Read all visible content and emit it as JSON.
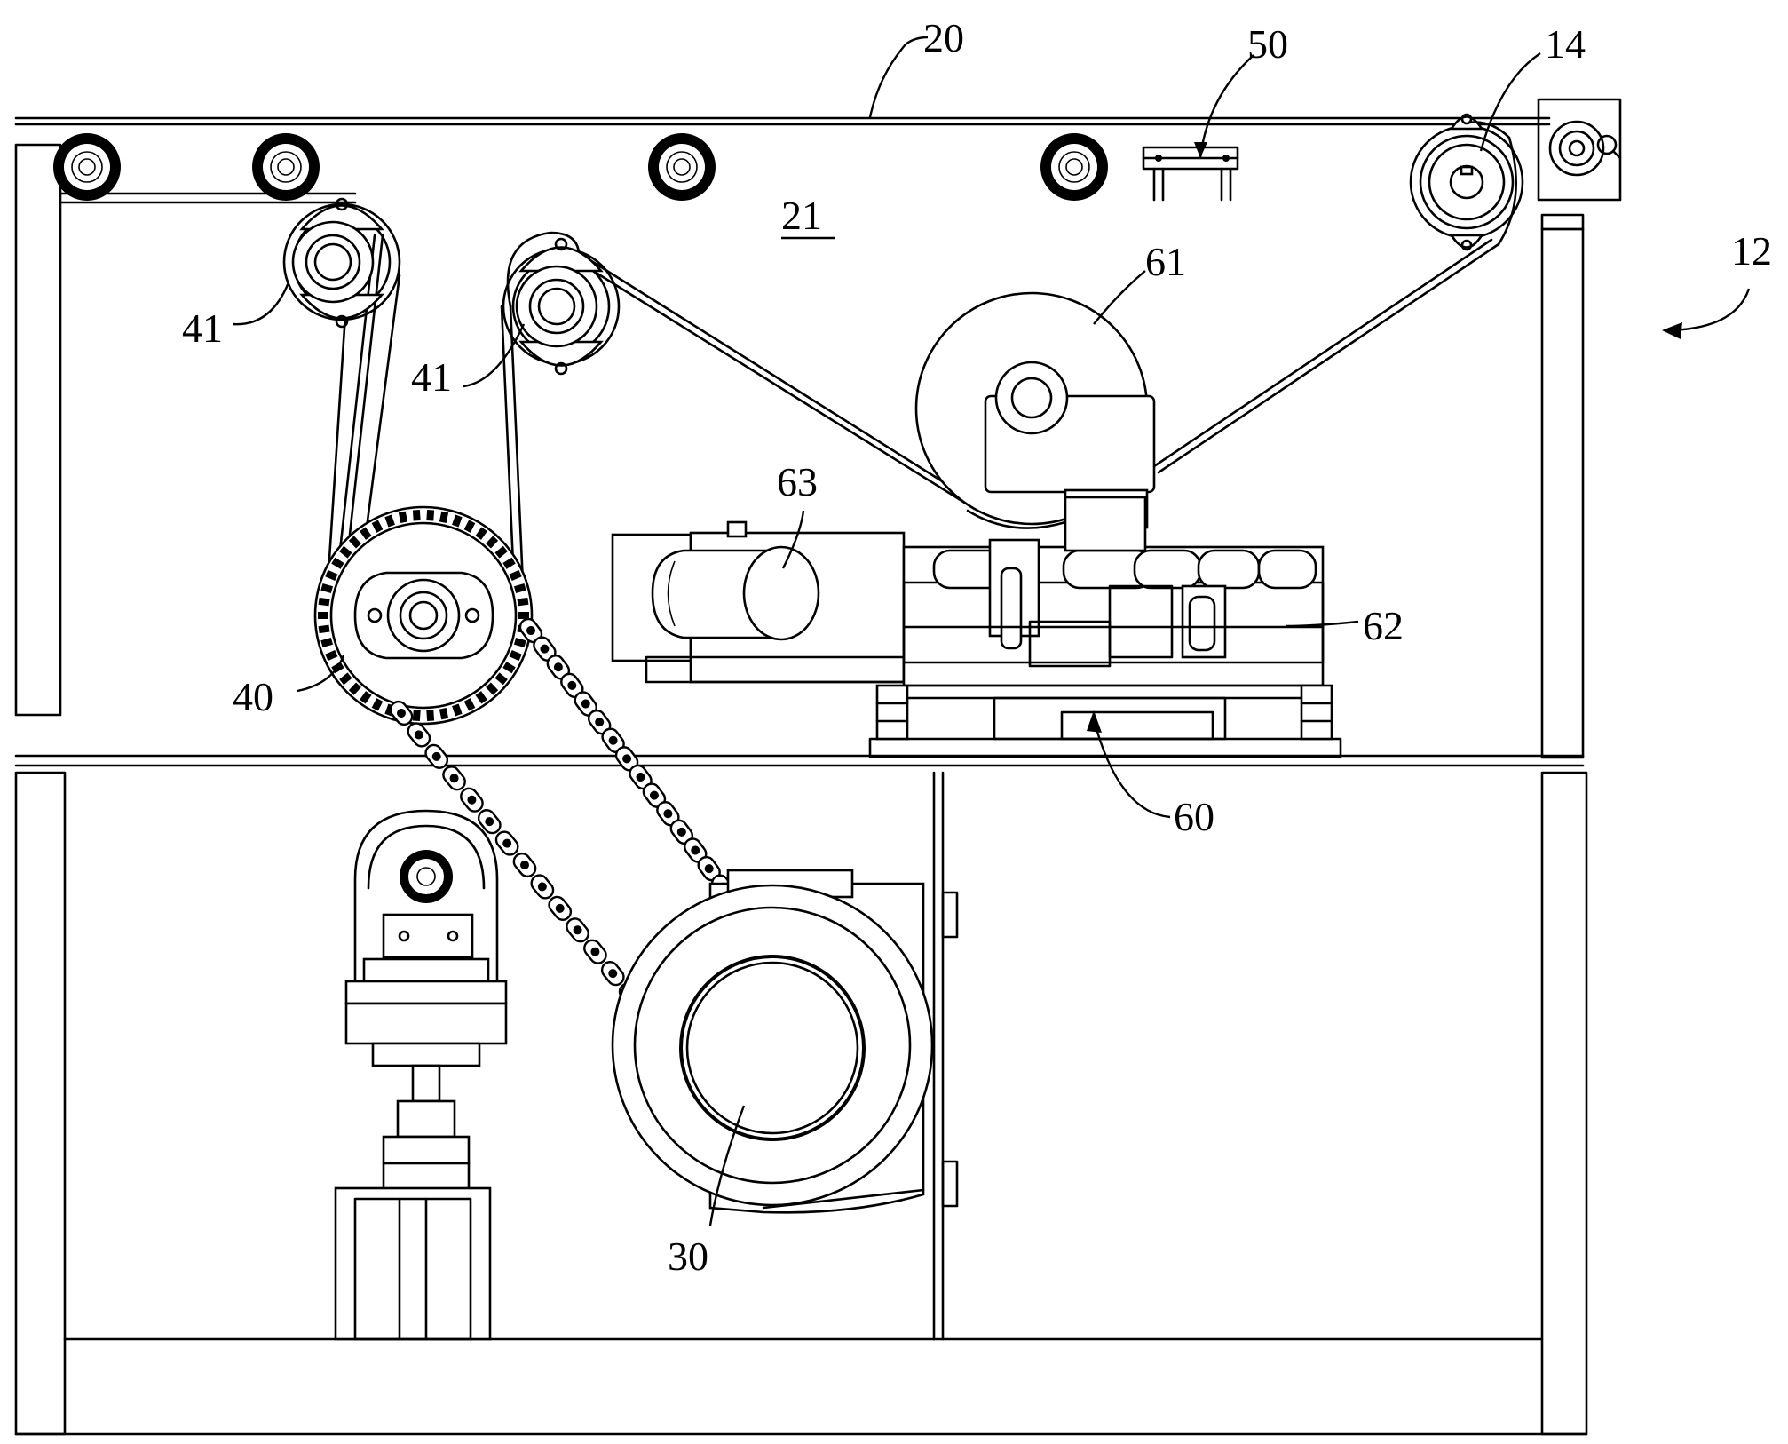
{
  "labels": {
    "beam": "20",
    "panel": "21",
    "sensor_bracket": "50",
    "drive_sprocket": "14",
    "frame": "12",
    "tape_roll": "61",
    "idler_left": "41",
    "idler_center": "41",
    "cylinder": "63",
    "mechanism_body": "62",
    "timing_pulley": "40",
    "mechanism_base": "60",
    "gear_motor": "30"
  }
}
